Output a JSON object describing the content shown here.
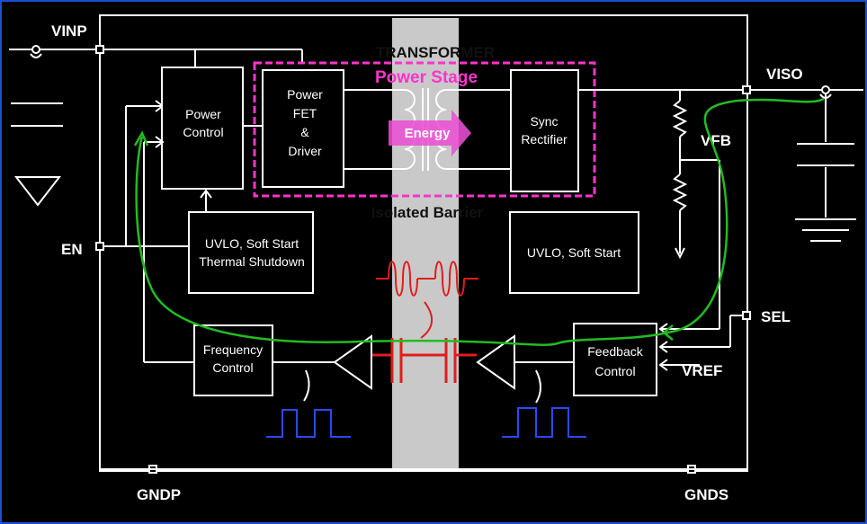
{
  "labels": {
    "vinp": "VINP",
    "en": "EN",
    "gndp": "GNDP",
    "viso": "VISO",
    "vfb": "VFB",
    "sel": "SEL",
    "vref": "VREF",
    "gnds": "GNDS",
    "transformer": "TRANSFORMER",
    "power_stage": "Power Stage",
    "energy": "Energy",
    "isolated_barrier": "Isolated Barrier"
  },
  "blocks": {
    "power_control": [
      "Power",
      "Control"
    ],
    "power_fet": [
      "Power",
      "FET",
      "&",
      "Driver"
    ],
    "sync_rectifier": [
      "Sync",
      "Rectifier"
    ],
    "uvlo_primary": [
      "UVLO, Soft Start",
      "Thermal Shutdown"
    ],
    "uvlo_secondary": [
      "UVLO, Soft Start"
    ],
    "frequency_control": [
      "Frequency",
      "Control"
    ],
    "feedback_control": [
      "Feedback",
      "Control"
    ]
  },
  "colors": {
    "background": "#000000",
    "wire": "#ffffff",
    "barrier": "#c9c9c9",
    "power_stage": "#ff33cc",
    "feedback_path": "#22bb22",
    "coupling": "#e11d1d",
    "pulse": "#2a49ff"
  }
}
